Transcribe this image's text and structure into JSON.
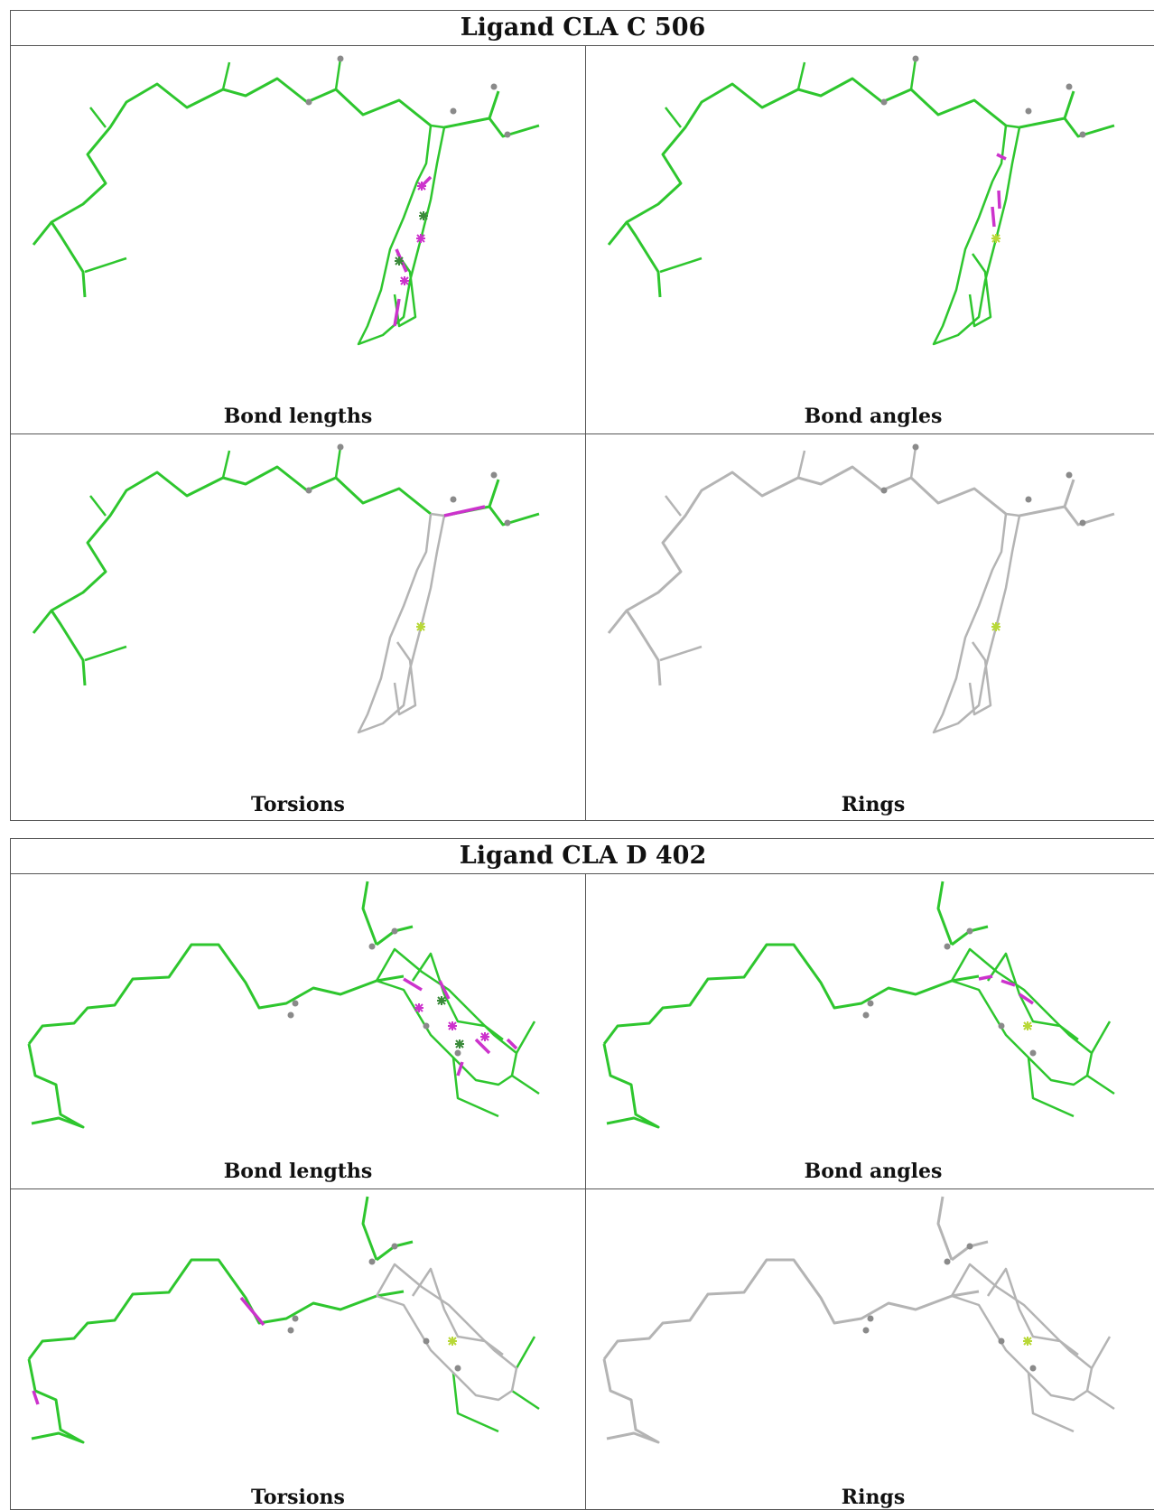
{
  "colors": {
    "ok": "#2ec62e",
    "outlier": "#cc33cc",
    "neutral": "#b4b4b4"
  },
  "blocks": [
    {
      "title": "Ligand CLA C 506",
      "panels": [
        "Bond lengths",
        "Bond angles",
        "Torsions",
        "Rings"
      ]
    },
    {
      "title": "Ligand CLA D 402",
      "panels": [
        "Bond lengths",
        "Bond angles",
        "Torsions",
        "Rings"
      ]
    }
  ]
}
